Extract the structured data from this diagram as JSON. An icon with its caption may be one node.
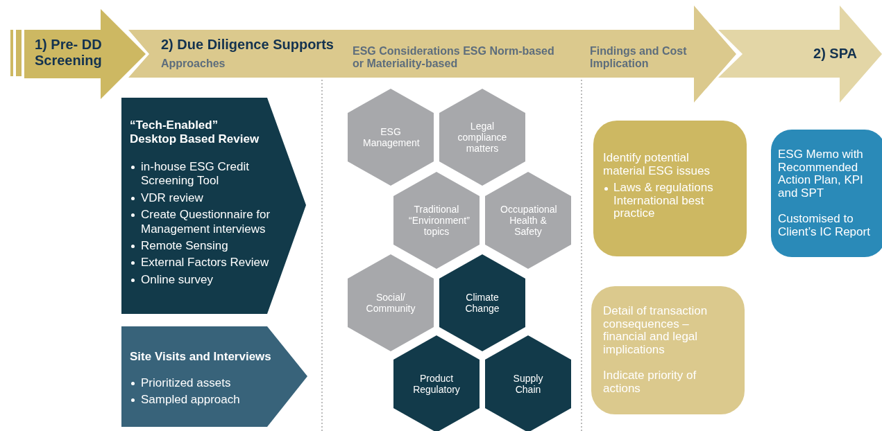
{
  "diagram": {
    "nodes": [
      {
        "text": [
          "1) Pre- DD Screening"
        ]
      },
      {
        "text": [
          "2) Due Diligence Supports",
          "Approaches",
          "ESG Considerations ESG Norm-based or Materiality-based",
          "Findings and Cost Implication"
        ]
      },
      {
        "text": [
          "2) SPA"
        ]
      },
      {
        "text": [
          "“Tech-Enabled” Desktop Based Review",
          "in-house ESG Credit Screening Tool",
          "VDR review",
          "Create Questionnaire for Management interviews",
          "Remote Sensing",
          "External Factors Review",
          "Online survey"
        ]
      },
      {
        "text": [
          "Site Visits and Interviews",
          "Prioritized assets",
          "Sampled approach"
        ]
      },
      {
        "text": [
          "ESG Management"
        ]
      },
      {
        "text": [
          "Legal compliance matters"
        ]
      },
      {
        "text": [
          "Traditional “Environment” topics"
        ]
      },
      {
        "text": [
          "Occupational Health & Safety"
        ]
      },
      {
        "text": [
          "Social/ Community"
        ]
      },
      {
        "text": [
          "Climate Change"
        ]
      },
      {
        "text": [
          "Product Regulatory"
        ]
      },
      {
        "text": [
          "Supply Chain"
        ]
      },
      {
        "text": [
          "Identify potential material ESG issues",
          "Laws & regulations International best practice"
        ]
      },
      {
        "text": [
          "Detail of transaction consequences – financial and legal implications",
          "Indicate priority of actions"
        ]
      },
      {
        "text": [
          "ESG Memo with Recommended Action Plan, KPI and SPT",
          "Customised to Client’s IC Report"
        ]
      }
    ],
    "edges": []
  }
}
